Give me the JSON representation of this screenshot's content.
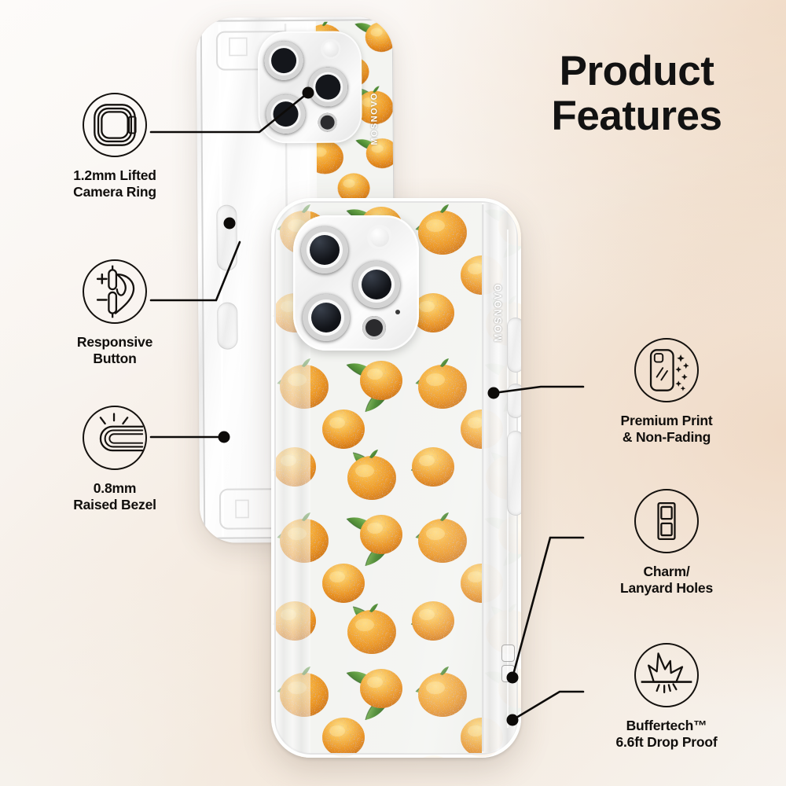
{
  "page": {
    "title_line1": "Product",
    "title_line2": "Features",
    "brand": "MOSNOVO",
    "background_colors": {
      "top_left": "#fbf8f5",
      "top_right": "#eed6bf",
      "bottom_right": "#f7f3ee",
      "bottom_left": "#f6f2ec"
    },
    "ink_color": "#121212"
  },
  "features": {
    "left": [
      {
        "id": "lifted-camera-ring",
        "icon": "camera-ring-icon",
        "label": "1.2mm Lifted\nCamera Ring",
        "line1": "1.2mm Lifted",
        "line2": "Camera Ring"
      },
      {
        "id": "responsive-button",
        "icon": "responsive-button-icon",
        "label": "Responsive\nButton",
        "line1": "Responsive",
        "line2": "Button",
        "plus": "+",
        "minus": "−"
      },
      {
        "id": "raised-bezel",
        "icon": "raised-bezel-icon",
        "label": "0.8mm\nRaised Bezel",
        "line1": "0.8mm",
        "line2": "Raised Bezel"
      }
    ],
    "right": [
      {
        "id": "premium-print",
        "icon": "print-sparkle-icon",
        "label": "Premium Print\n& Non-Fading",
        "line1": "Premium Print",
        "line2": "& Non-Fading"
      },
      {
        "id": "charm-lanyard-holes",
        "icon": "lanyard-holes-icon",
        "label": "Charm/\nLanyard Holes",
        "line1": "Charm/",
        "line2": "Lanyard Holes"
      },
      {
        "id": "drop-proof",
        "icon": "impact-burst-icon",
        "label": "Buffertech™\n6.6ft Drop Proof",
        "line1": "Buffertech™",
        "line2": "6.6ft Drop Proof"
      }
    ]
  },
  "product": {
    "case_type": "clear phone case",
    "print_pattern": "orange fruit with green leaves",
    "pattern_colors": {
      "orange_light": "#f6b942",
      "orange_mid": "#ee9a24",
      "orange_deep": "#d9781a",
      "leaf_light": "#7cb25a",
      "leaf_mid": "#4f8c35",
      "leaf_deep": "#2f6424"
    },
    "phones": [
      {
        "id": "phone-back",
        "view": "side-back",
        "brand_text": "MOSNOVO"
      },
      {
        "id": "phone-front",
        "view": "back",
        "brand_text": "MOSNOVO"
      }
    ]
  }
}
